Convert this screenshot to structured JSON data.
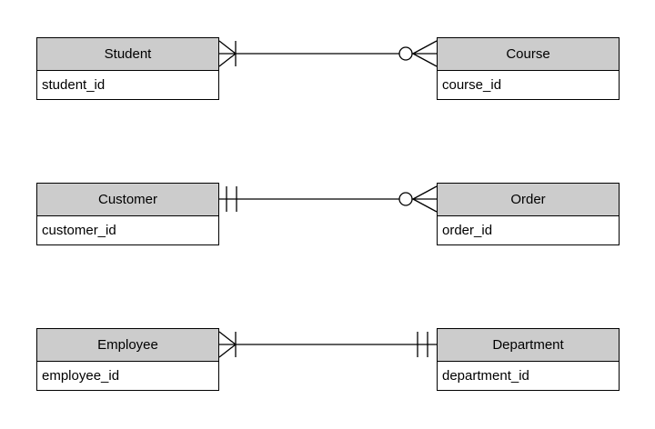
{
  "diagram": {
    "type": "entity-relationship-diagram",
    "notation": "crows-foot",
    "background_color": "#ffffff",
    "entity_header_fill": "#cccccc",
    "entity_body_fill": "#ffffff",
    "line_color": "#000000",
    "text_color": "#000000"
  },
  "entities": [
    {
      "name": "Student",
      "attribute": "student_id"
    },
    {
      "name": "Course",
      "attribute": "course_id"
    },
    {
      "name": "Customer",
      "attribute": "customer_id"
    },
    {
      "name": "Order",
      "attribute": "order_id"
    },
    {
      "name": "Employee",
      "attribute": "employee_id"
    },
    {
      "name": "Department",
      "attribute": "department_id"
    }
  ],
  "relationships": [
    {
      "from": "Student",
      "from_cardinality": "one-or-many (crows-foot with bar)",
      "to": "Course",
      "to_cardinality": "zero-or-many (circle with crows-foot)"
    },
    {
      "from": "Customer",
      "from_cardinality": "one-and-only-one (double bar)",
      "to": "Order",
      "to_cardinality": "zero-or-many (circle with crows-foot)"
    },
    {
      "from": "Employee",
      "from_cardinality": "one-or-many (crows-foot with bar)",
      "to": "Department",
      "to_cardinality": "one-and-only-one (double bar)"
    }
  ]
}
